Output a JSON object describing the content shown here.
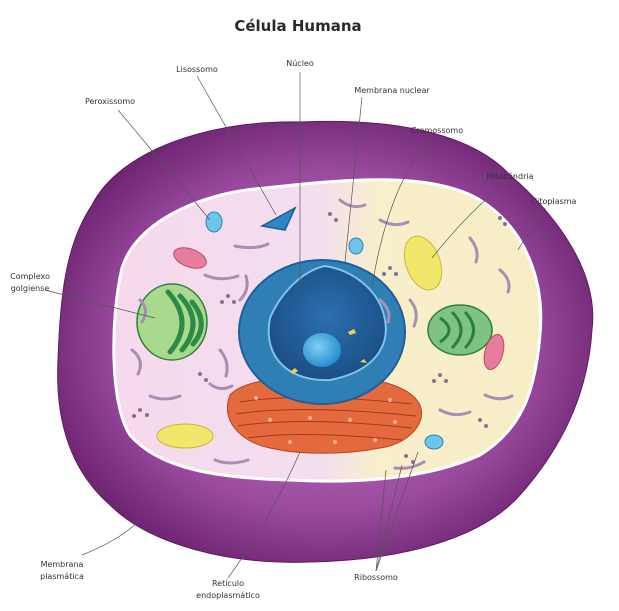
{
  "title": "Célula Humana",
  "labels": {
    "lisossomo": "Lisossomo",
    "nucleo": "Núcleo",
    "membrana_nuclear": "Membrana nuclear",
    "peroxissomo": "Peroxissomo",
    "cromossomo": "Cromossomo",
    "mitocondria": "Mitocôndria",
    "citoplasma": "Citoplasma",
    "complexo_line1": "Complexo",
    "complexo_line2": "golgiense",
    "membrana_plasmatica_line1": "Membrana",
    "membrana_plasmatica_line2": "plasmática",
    "reticulo_line1": "Retículo",
    "reticulo_line2": "endoplasmático",
    "ribossomo": "Ribossomo"
  },
  "colors": {
    "cell_outer": "#7a2a7c",
    "cell_mid": "#b467b8",
    "cytoplasm_left": "#f4dcec",
    "cytoplasm_right": "#f7eecb",
    "nucleus_outer": "#2f7fb4",
    "nucleus_inner": "#1d5f9c",
    "nucleolus": "#45a6e0",
    "er": "#e0633b",
    "golgi": "#3b9c52",
    "mitochondria": "#2e8a4a",
    "vesicle_yellow": "#f2e76a",
    "vesicle_pink": "#e77c9c",
    "lysosome": "#4eb8e0"
  }
}
